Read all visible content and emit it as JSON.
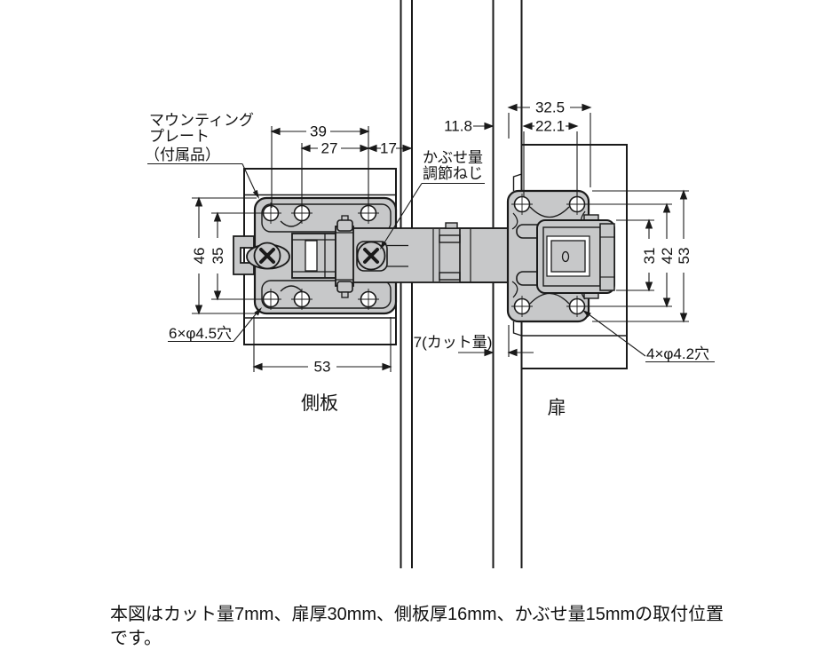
{
  "colors": {
    "metal": "#c7c8c9",
    "line": "#1a1a1a",
    "background": "#ffffff"
  },
  "diagram": {
    "labels": {
      "mounting_plate_1": "マウンティング",
      "mounting_plate_2": "プレート",
      "mounting_plate_3": "（付属品）",
      "overlay_adjust_1": "かぶせ量",
      "overlay_adjust_2": "調節ねじ",
      "left_holes": "6×φ4.5穴",
      "right_holes": "4×φ4.2穴",
      "cut_amount": "7(カット量)",
      "side_panel": "側板",
      "door": "扉"
    },
    "dims": {
      "w39": "39",
      "w27": "27",
      "w17": "17",
      "w32_5": "32.5",
      "w11_8": "11.8",
      "w22_1": "22.1",
      "h46": "46",
      "h35": "35",
      "w53_left": "53",
      "h31": "31",
      "h42": "42",
      "h53_right": "53"
    },
    "caption": "本図はカット量7mm、扉厚30mm、側板厚16mm、かぶせ量15mmの取付位置です。"
  }
}
